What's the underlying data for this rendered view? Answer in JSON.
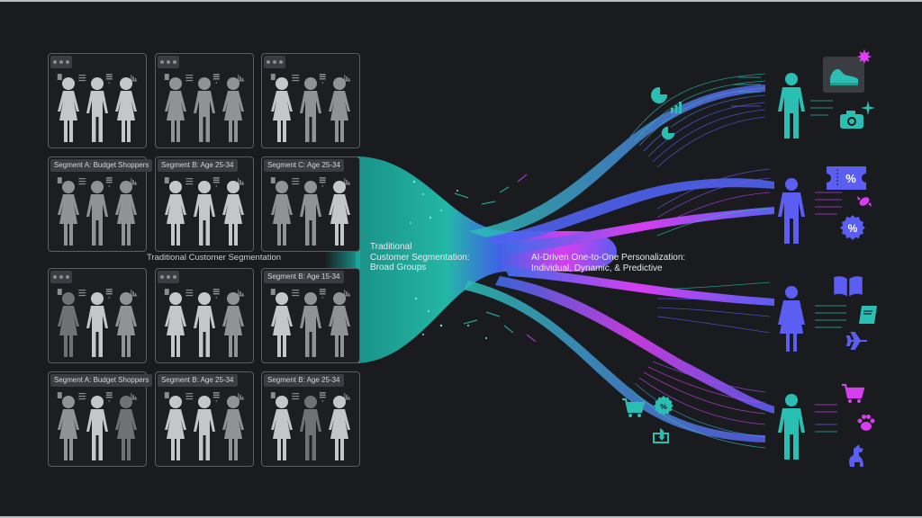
{
  "colors": {
    "background": "#191b1e",
    "teal": "#2bbfb3",
    "indigo": "#5b5ef0",
    "magenta": "#d63ef0",
    "panel_border": "#5a5e63",
    "gray_light": "#c4c6c8",
    "gray_mid": "#909396",
    "gray_dark": "#6f7275"
  },
  "left": {
    "caption": "Traditional Customer Segmentation",
    "panels": [
      {
        "tab": "",
        "tones": [
          "light",
          "light",
          "light"
        ]
      },
      {
        "tab": "",
        "tones": [
          "mid",
          "mid",
          "mid"
        ]
      },
      {
        "tab": "",
        "tones": [
          "light",
          "mid",
          "mid"
        ]
      },
      {
        "tab": "Segment A: Budget Shoppers",
        "tones": [
          "mid",
          "mid",
          "mid"
        ]
      },
      {
        "tab": "Segment B: Age 25-34",
        "tones": [
          "light",
          "light",
          "light"
        ]
      },
      {
        "tab": "Segment C: Age 25-34",
        "tones": [
          "mid",
          "mid",
          "light"
        ]
      },
      {
        "tab": "",
        "tones": [
          "dark",
          "light",
          "mid"
        ]
      },
      {
        "tab": "",
        "tones": [
          "light",
          "light",
          "mid"
        ]
      },
      {
        "tab": "Segment B: Age 15-34",
        "tones": [
          "light",
          "mid",
          "mid"
        ]
      },
      {
        "tab": "Segment A: Budget Shoppers",
        "tones": [
          "mid",
          "light",
          "dark"
        ]
      },
      {
        "tab": "Segment B: Age 25-34",
        "tones": [
          "light",
          "light",
          "mid"
        ]
      },
      {
        "tab": "Segment B: Age 25-34",
        "tones": [
          "light",
          "dark",
          "light"
        ]
      }
    ]
  },
  "middle": {
    "left_label": "Traditional\nCustomer Segmentation:\nBroad Groups",
    "right_label": "AI-Driven One-to-One Personalization:\nIndividual, Dynamic, & Predictive"
  },
  "right": {
    "individuals": [
      {
        "figure": "male",
        "color": "#2bbfb3",
        "icons": [
          "sneaker-icon",
          "camera-icon",
          "sparkle-icon"
        ],
        "side_icons": [
          "pie-chart-icon",
          "bar-chart-icon",
          "pie-chart-icon"
        ]
      },
      {
        "figure": "male",
        "color": "#5b5ef0",
        "icons": [
          "coupon-percent-icon",
          "candy-icon",
          "discount-badge-icon"
        ]
      },
      {
        "figure": "female",
        "color": "#5b5ef0",
        "icons": [
          "open-book-icon",
          "book-icon",
          "airplane-icon"
        ]
      },
      {
        "figure": "male",
        "color": "#2bbfb3",
        "icons": [
          "shopping-cart-icon",
          "paw-icon",
          "dog-icon"
        ],
        "side_icons": [
          "shopping-cart-icon",
          "discount-badge-icon",
          "tap-icon"
        ]
      }
    ]
  }
}
